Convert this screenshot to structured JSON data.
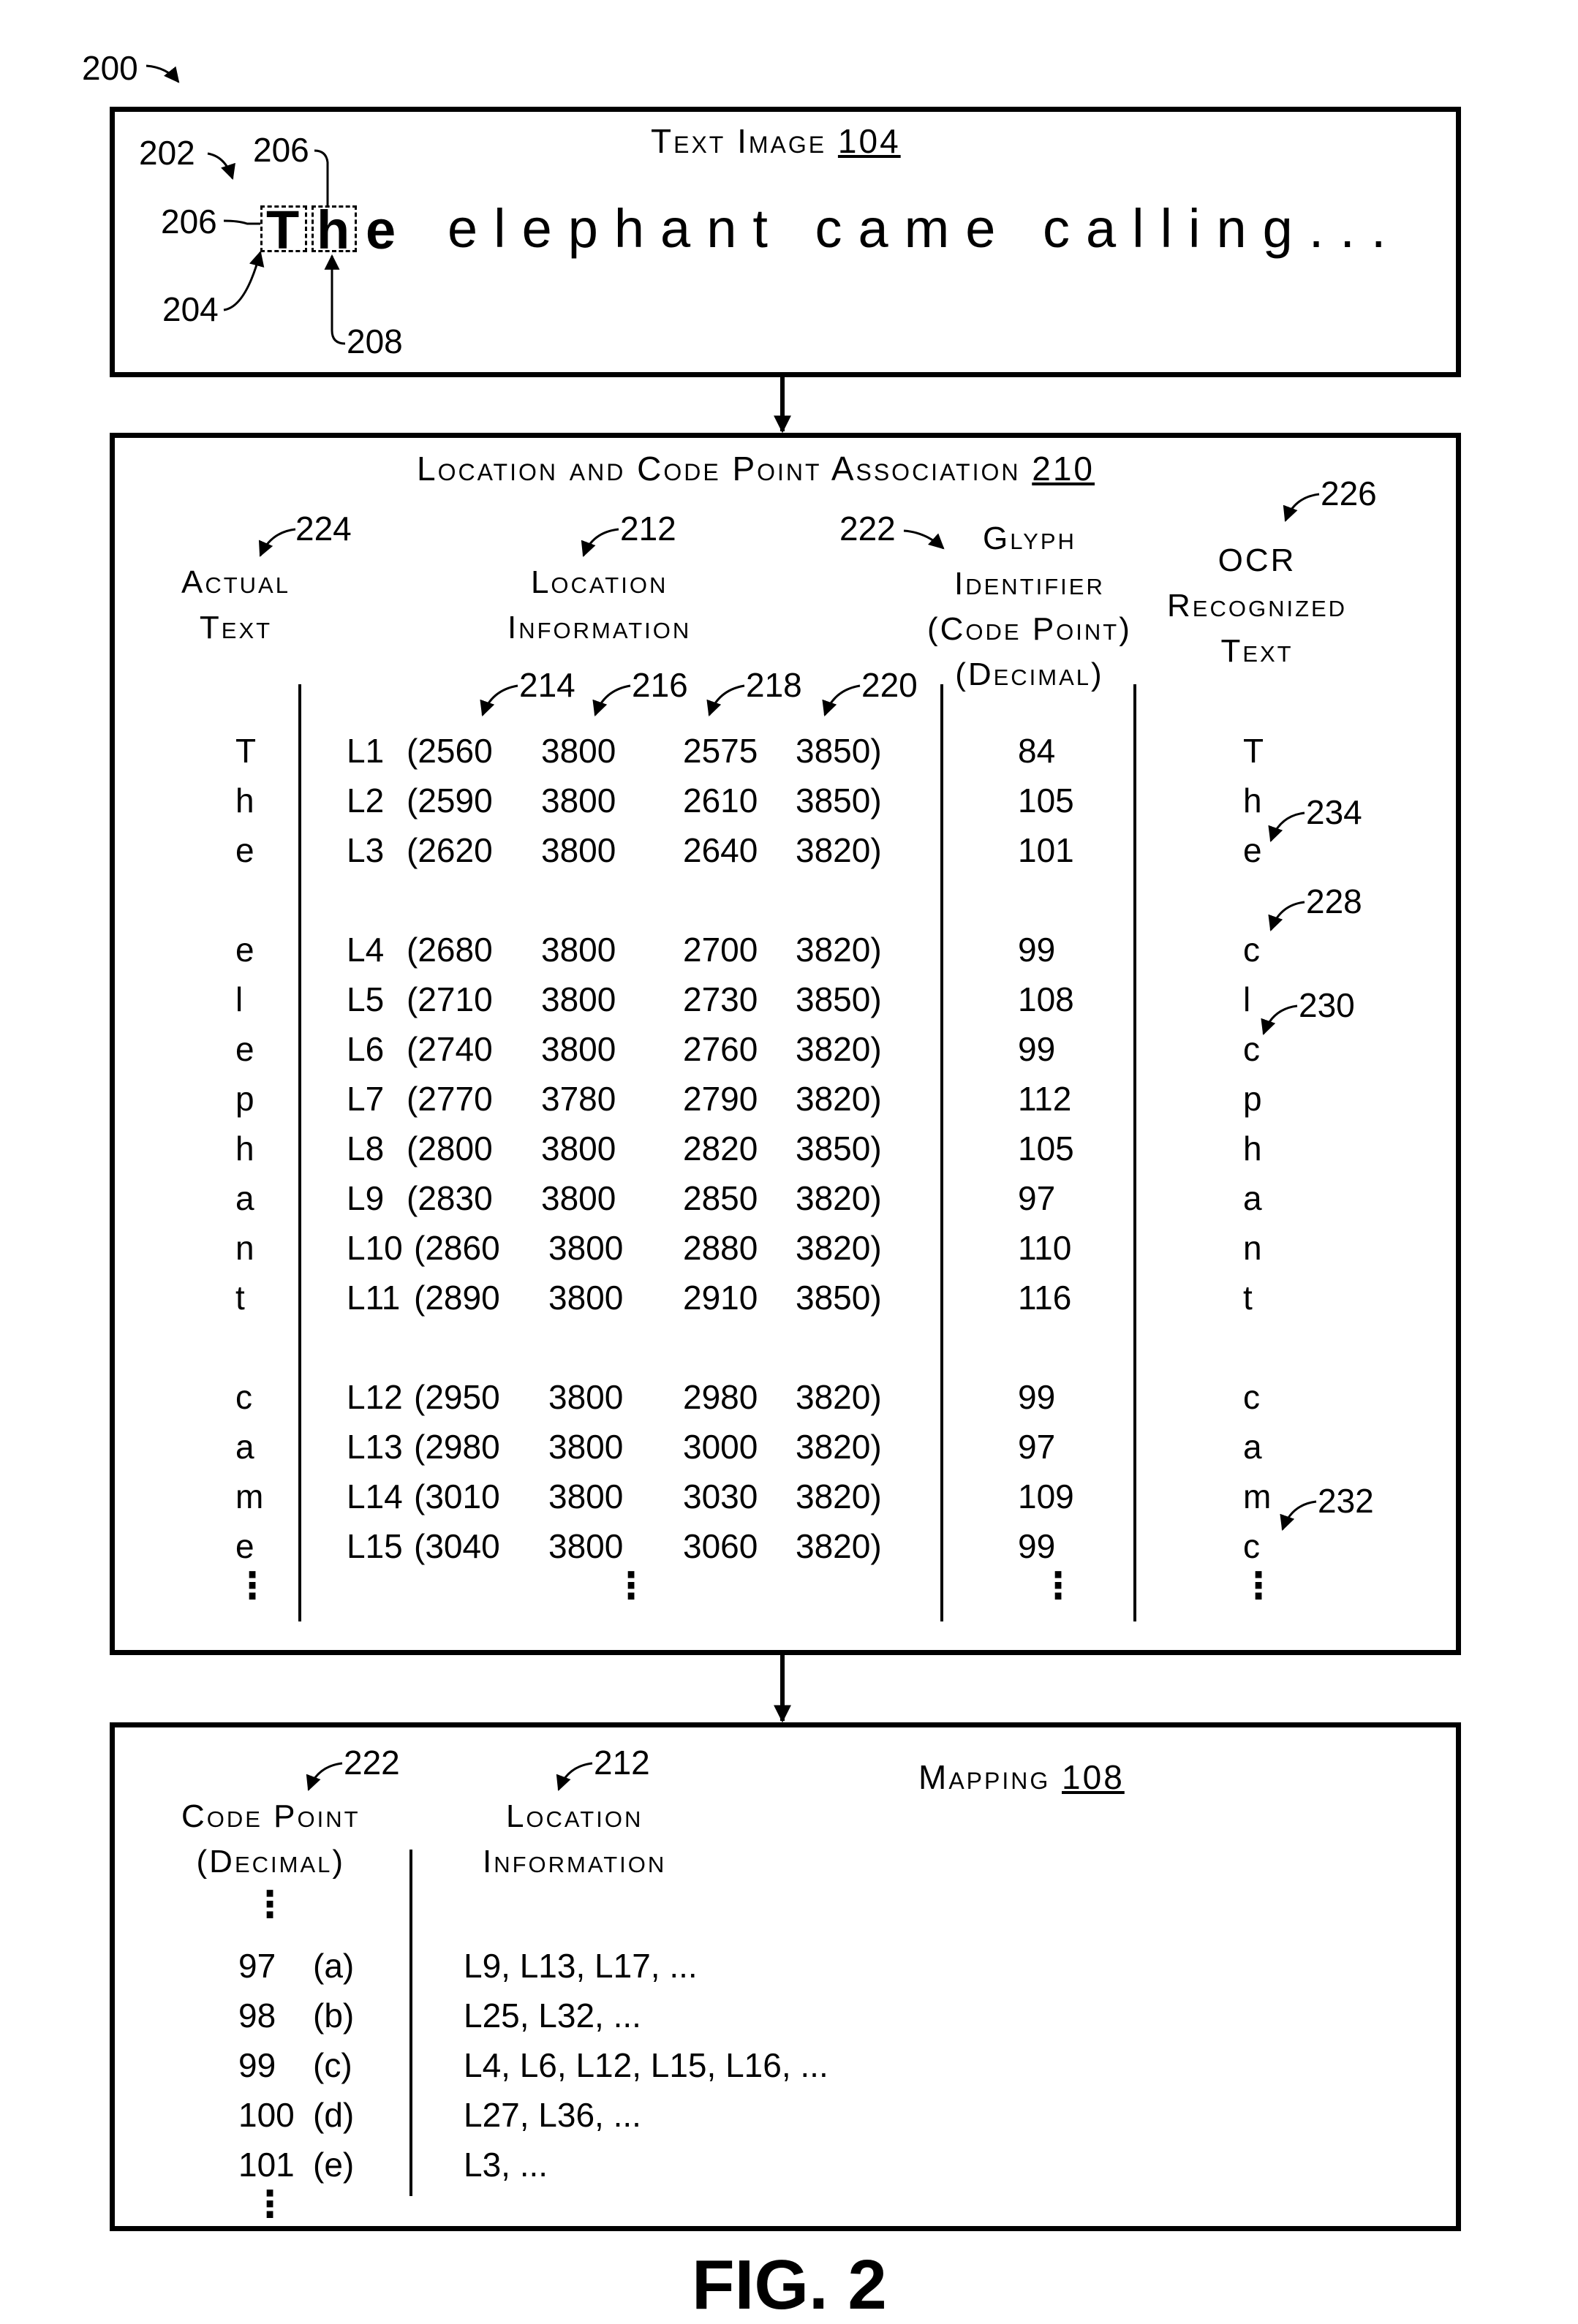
{
  "figure_ref": "200",
  "figure_caption": "FIG. 2",
  "text_image": {
    "title": "Text Image",
    "ref": "104",
    "first_word": [
      "T",
      "h",
      "e"
    ],
    "rest": "elephant came calling...",
    "labels": {
      "l202": "202",
      "l206a": "206",
      "l206b": "206",
      "l204": "204",
      "l208": "208"
    }
  },
  "association": {
    "title": "Location and Code Point Association",
    "ref": "210",
    "headers": {
      "actual_text": "Actual\nText",
      "location_info": "Location\nInformation",
      "glyph_id": "Glyph\nIdentifier\n(Code Point)\n(Decimal)",
      "ocr_text": "OCR\nRecognized\nText"
    },
    "refs": {
      "r224": "224",
      "r212": "212",
      "r222": "222",
      "r226": "226",
      "r214": "214",
      "r216": "216",
      "r218": "218",
      "r220": "220",
      "r234": "234",
      "r228": "228",
      "r230": "230",
      "r232": "232"
    },
    "rows": [
      {
        "actual": "T",
        "loc": "L1",
        "c1": "(2560",
        "c2": "3800",
        "c3": "2575",
        "c4": "3850)",
        "code": "84",
        "ocr": "T"
      },
      {
        "actual": "h",
        "loc": "L2",
        "c1": "(2590",
        "c2": "3800",
        "c3": "2610",
        "c4": "3850)",
        "code": "105",
        "ocr": "h"
      },
      {
        "actual": "e",
        "loc": "L3",
        "c1": "(2620",
        "c2": "3800",
        "c3": "2640",
        "c4": "3820)",
        "code": "101",
        "ocr": "e"
      },
      {
        "actual": "e",
        "loc": "L4",
        "c1": "(2680",
        "c2": "3800",
        "c3": "2700",
        "c4": "3820)",
        "code": "99",
        "ocr": "c"
      },
      {
        "actual": "l",
        "loc": "L5",
        "c1": "(2710",
        "c2": "3800",
        "c3": "2730",
        "c4": "3850)",
        "code": "108",
        "ocr": "l"
      },
      {
        "actual": "e",
        "loc": "L6",
        "c1": "(2740",
        "c2": "3800",
        "c3": "2760",
        "c4": "3820)",
        "code": "99",
        "ocr": "c"
      },
      {
        "actual": "p",
        "loc": "L7",
        "c1": "(2770",
        "c2": "3780",
        "c3": "2790",
        "c4": "3820)",
        "code": "112",
        "ocr": "p"
      },
      {
        "actual": "h",
        "loc": "L8",
        "c1": "(2800",
        "c2": "3800",
        "c3": "2820",
        "c4": "3850)",
        "code": "105",
        "ocr": "h"
      },
      {
        "actual": "a",
        "loc": "L9",
        "c1": "(2830",
        "c2": "3800",
        "c3": "2850",
        "c4": "3820)",
        "code": "97",
        "ocr": "a"
      },
      {
        "actual": "n",
        "loc": "L10",
        "c1": "(2860",
        "c2": "3800",
        "c3": "2880",
        "c4": "3820)",
        "code": "110",
        "ocr": "n"
      },
      {
        "actual": "t",
        "loc": "L11",
        "c1": "(2890",
        "c2": "3800",
        "c3": "2910",
        "c4": "3850)",
        "code": "116",
        "ocr": "t"
      },
      {
        "actual": "c",
        "loc": "L12",
        "c1": "(2950",
        "c2": "3800",
        "c3": "2980",
        "c4": "3820)",
        "code": "99",
        "ocr": "c"
      },
      {
        "actual": "a",
        "loc": "L13",
        "c1": "(2980",
        "c2": "3800",
        "c3": "3000",
        "c4": "3820)",
        "code": "97",
        "ocr": "a"
      },
      {
        "actual": "m",
        "loc": "L14",
        "c1": "(3010",
        "c2": "3800",
        "c3": "3030",
        "c4": "3820)",
        "code": "109",
        "ocr": "m"
      },
      {
        "actual": "e",
        "loc": "L15",
        "c1": "(3040",
        "c2": "3800",
        "c3": "3060",
        "c4": "3820)",
        "code": "99",
        "ocr": "c"
      }
    ]
  },
  "mapping": {
    "title": "Mapping",
    "ref": "108",
    "headers": {
      "code_point": "Code Point\n(Decimal)",
      "location_info": "Location\nInformation"
    },
    "refs": {
      "r222": "222",
      "r212": "212"
    },
    "rows": [
      {
        "code": "97",
        "char": "(a)",
        "locs": "L9, L13, L17, ..."
      },
      {
        "code": "98",
        "char": "(b)",
        "locs": "L25, L32, ..."
      },
      {
        "code": "99",
        "char": "(c)",
        "locs": "L4, L6, L12, L15, L16, ..."
      },
      {
        "code": "100",
        "char": "(d)",
        "locs": "L27, L36, ..."
      },
      {
        "code": "101",
        "char": "(e)",
        "locs": "L3, ..."
      }
    ]
  }
}
